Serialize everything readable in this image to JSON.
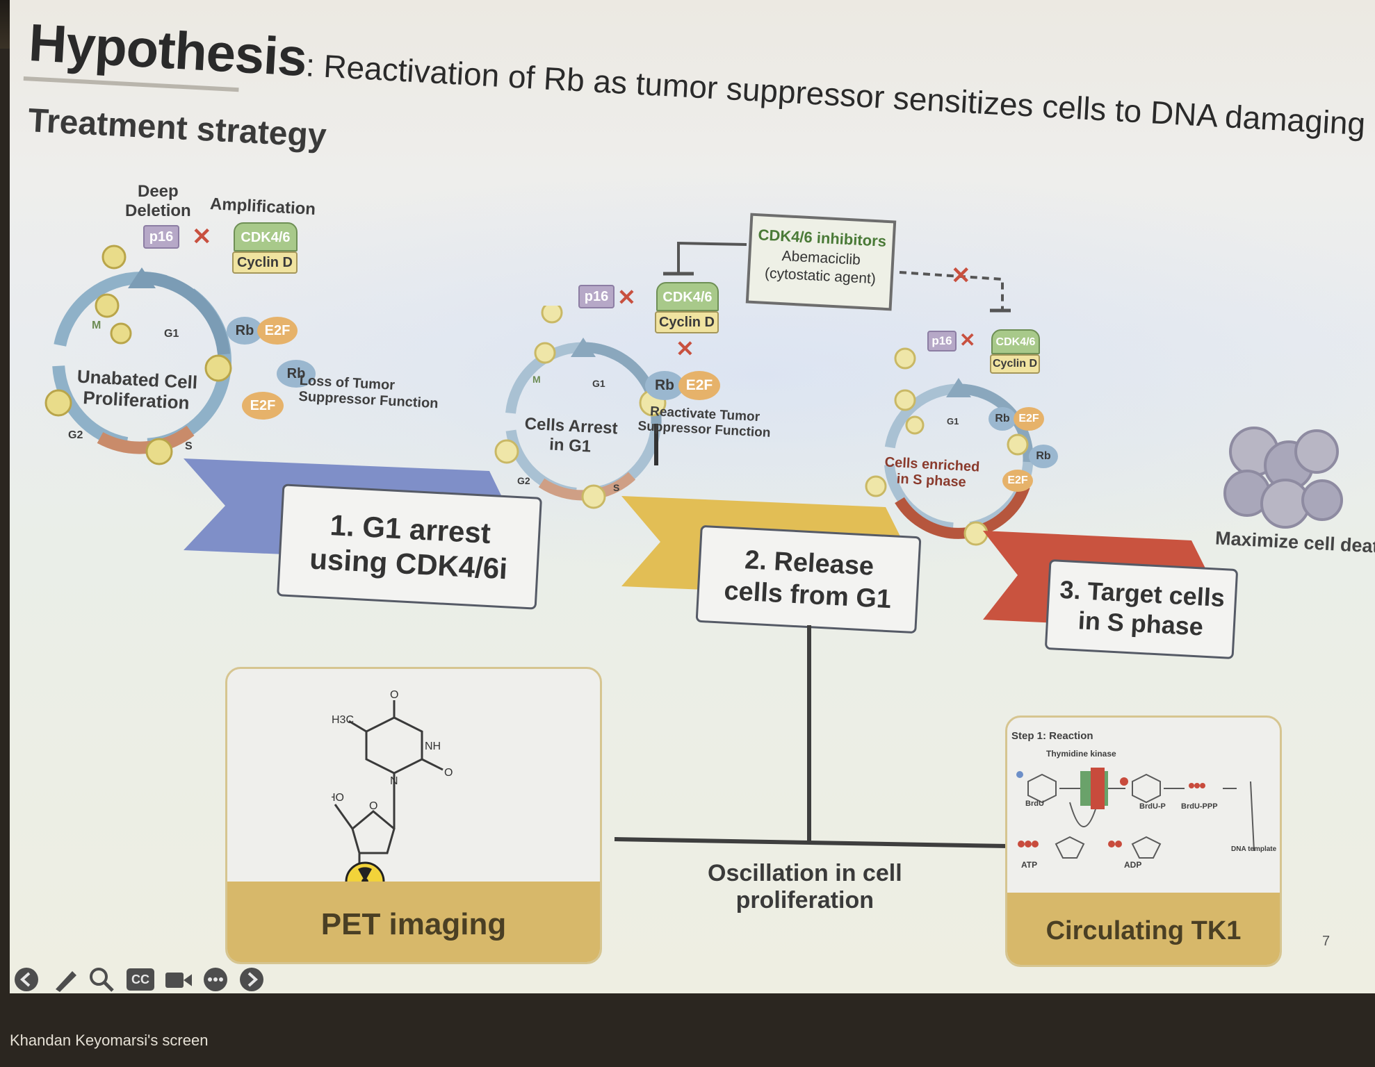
{
  "slide": {
    "title_lead": "Hypothesis",
    "title_rest": ": Reactivation of Rb as tumor suppressor sensitizes cells to DNA damaging agents",
    "subtitle": "Treatment strategy",
    "page_number": "7"
  },
  "diagram1": {
    "deep_deletion": "Deep\nDeletion",
    "amplification": "Amplification",
    "p16": "p16",
    "cdk": "CDK4/6",
    "cyclin": "Cyclin D",
    "rb": "Rb",
    "e2f": "E2F",
    "rb2": "Rb",
    "e2f2": "E2F",
    "loss": "Loss of Tumor\nSuppressor Function",
    "cycle_label": "Unabated Cell\nProliferation",
    "phase_m": "M",
    "phase_g1": "G1",
    "phase_g2": "G2",
    "phase_s": "S"
  },
  "inhibitor": {
    "line1": "CDK4/6 inhibitors",
    "line2": "Abemaciclib",
    "line3": "(cytostatic agent)"
  },
  "diagram2": {
    "p16": "p16",
    "cdk": "CDK4/6",
    "cyclin": "Cyclin D",
    "rb": "Rb",
    "e2f": "E2F",
    "reactivate": "Reactivate Tumor\nSuppressor Function",
    "cycle_label": "Cells Arrest\nin G1",
    "phase_m": "M",
    "phase_g1": "G1",
    "phase_g2": "G2",
    "phase_s": "S"
  },
  "diagram3": {
    "p16": "p16",
    "cdk": "CDK4/6",
    "cyclin": "Cyclin D",
    "rb": "Rb",
    "e2f": "E2F",
    "rb2": "Rb",
    "e2f2": "E2F",
    "cycle_label": "Cells enriched\nin S phase",
    "phase_g1": "G1",
    "death": "Maximize cell death"
  },
  "steps": [
    {
      "label": "1. G1 arrest\nusing CDK4/6i"
    },
    {
      "label": "2. Release\ncells from G1"
    },
    {
      "label": "3. Target cells\nin S phase"
    }
  ],
  "bottom": {
    "pet": "PET imaging",
    "oscillation": "Oscillation in cell\nproliferation",
    "tk1": "Circulating TK1",
    "mol_h3c": "H3C",
    "mol_o1": "O",
    "mol_nh": "NH",
    "mol_o2": "O",
    "mol_n": "N",
    "mol_o3": "O",
    "mol_ho": "HO",
    "tk_step": "Step 1: Reaction",
    "tk_enzyme": "Thymidine kinase",
    "tk_brdu": "BrdU",
    "tk_brdup": "BrdU-P",
    "tk_brduppp": "BrdU-PPP",
    "tk_atp": "ATP",
    "tk_adp": "ADP",
    "tk_dna": "DNA template"
  },
  "toolbar": {
    "items": [
      "back-icon",
      "pen-icon",
      "search-icon",
      "cc-icon",
      "camera-icon",
      "more-icon",
      "forward-icon"
    ],
    "cc_text": "CC"
  },
  "screen_label": "Khandan Keyomarsi's screen",
  "colors": {
    "step1": "#7f8fc8",
    "step2": "#e2be55",
    "step3": "#c9533f",
    "panel_foot": "#d7b86a"
  }
}
